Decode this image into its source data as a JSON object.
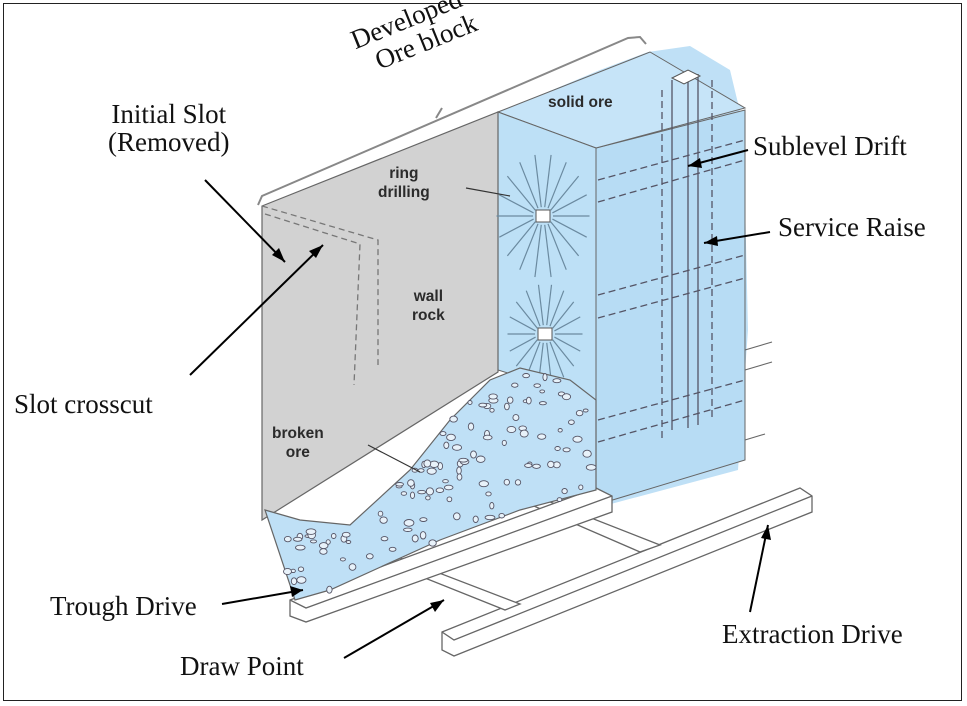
{
  "colors": {
    "ore": "#bfe0f6",
    "ore_dark": "#a9d2ef",
    "wall_rock": "#d2d2d2",
    "outline": "#555555",
    "frame": "#222222"
  },
  "labels": {
    "developed_ore_block": [
      "Developed",
      "Ore block"
    ],
    "initial_slot": [
      "Initial Slot",
      "(Removed)"
    ],
    "slot_crosscut": "Slot crosscut",
    "sublevel_drift": "Sublevel Drift",
    "service_raise": "Service Raise",
    "trough_drive": "Trough Drive",
    "draw_point": "Draw Point",
    "extraction_drive": "Extraction Drive"
  },
  "inner_labels": {
    "solid_ore": "solid ore",
    "ring_drilling": [
      "ring",
      "drilling"
    ],
    "wall_rock": [
      "wall",
      "rock"
    ],
    "broken_ore": [
      "broken",
      "ore"
    ]
  }
}
